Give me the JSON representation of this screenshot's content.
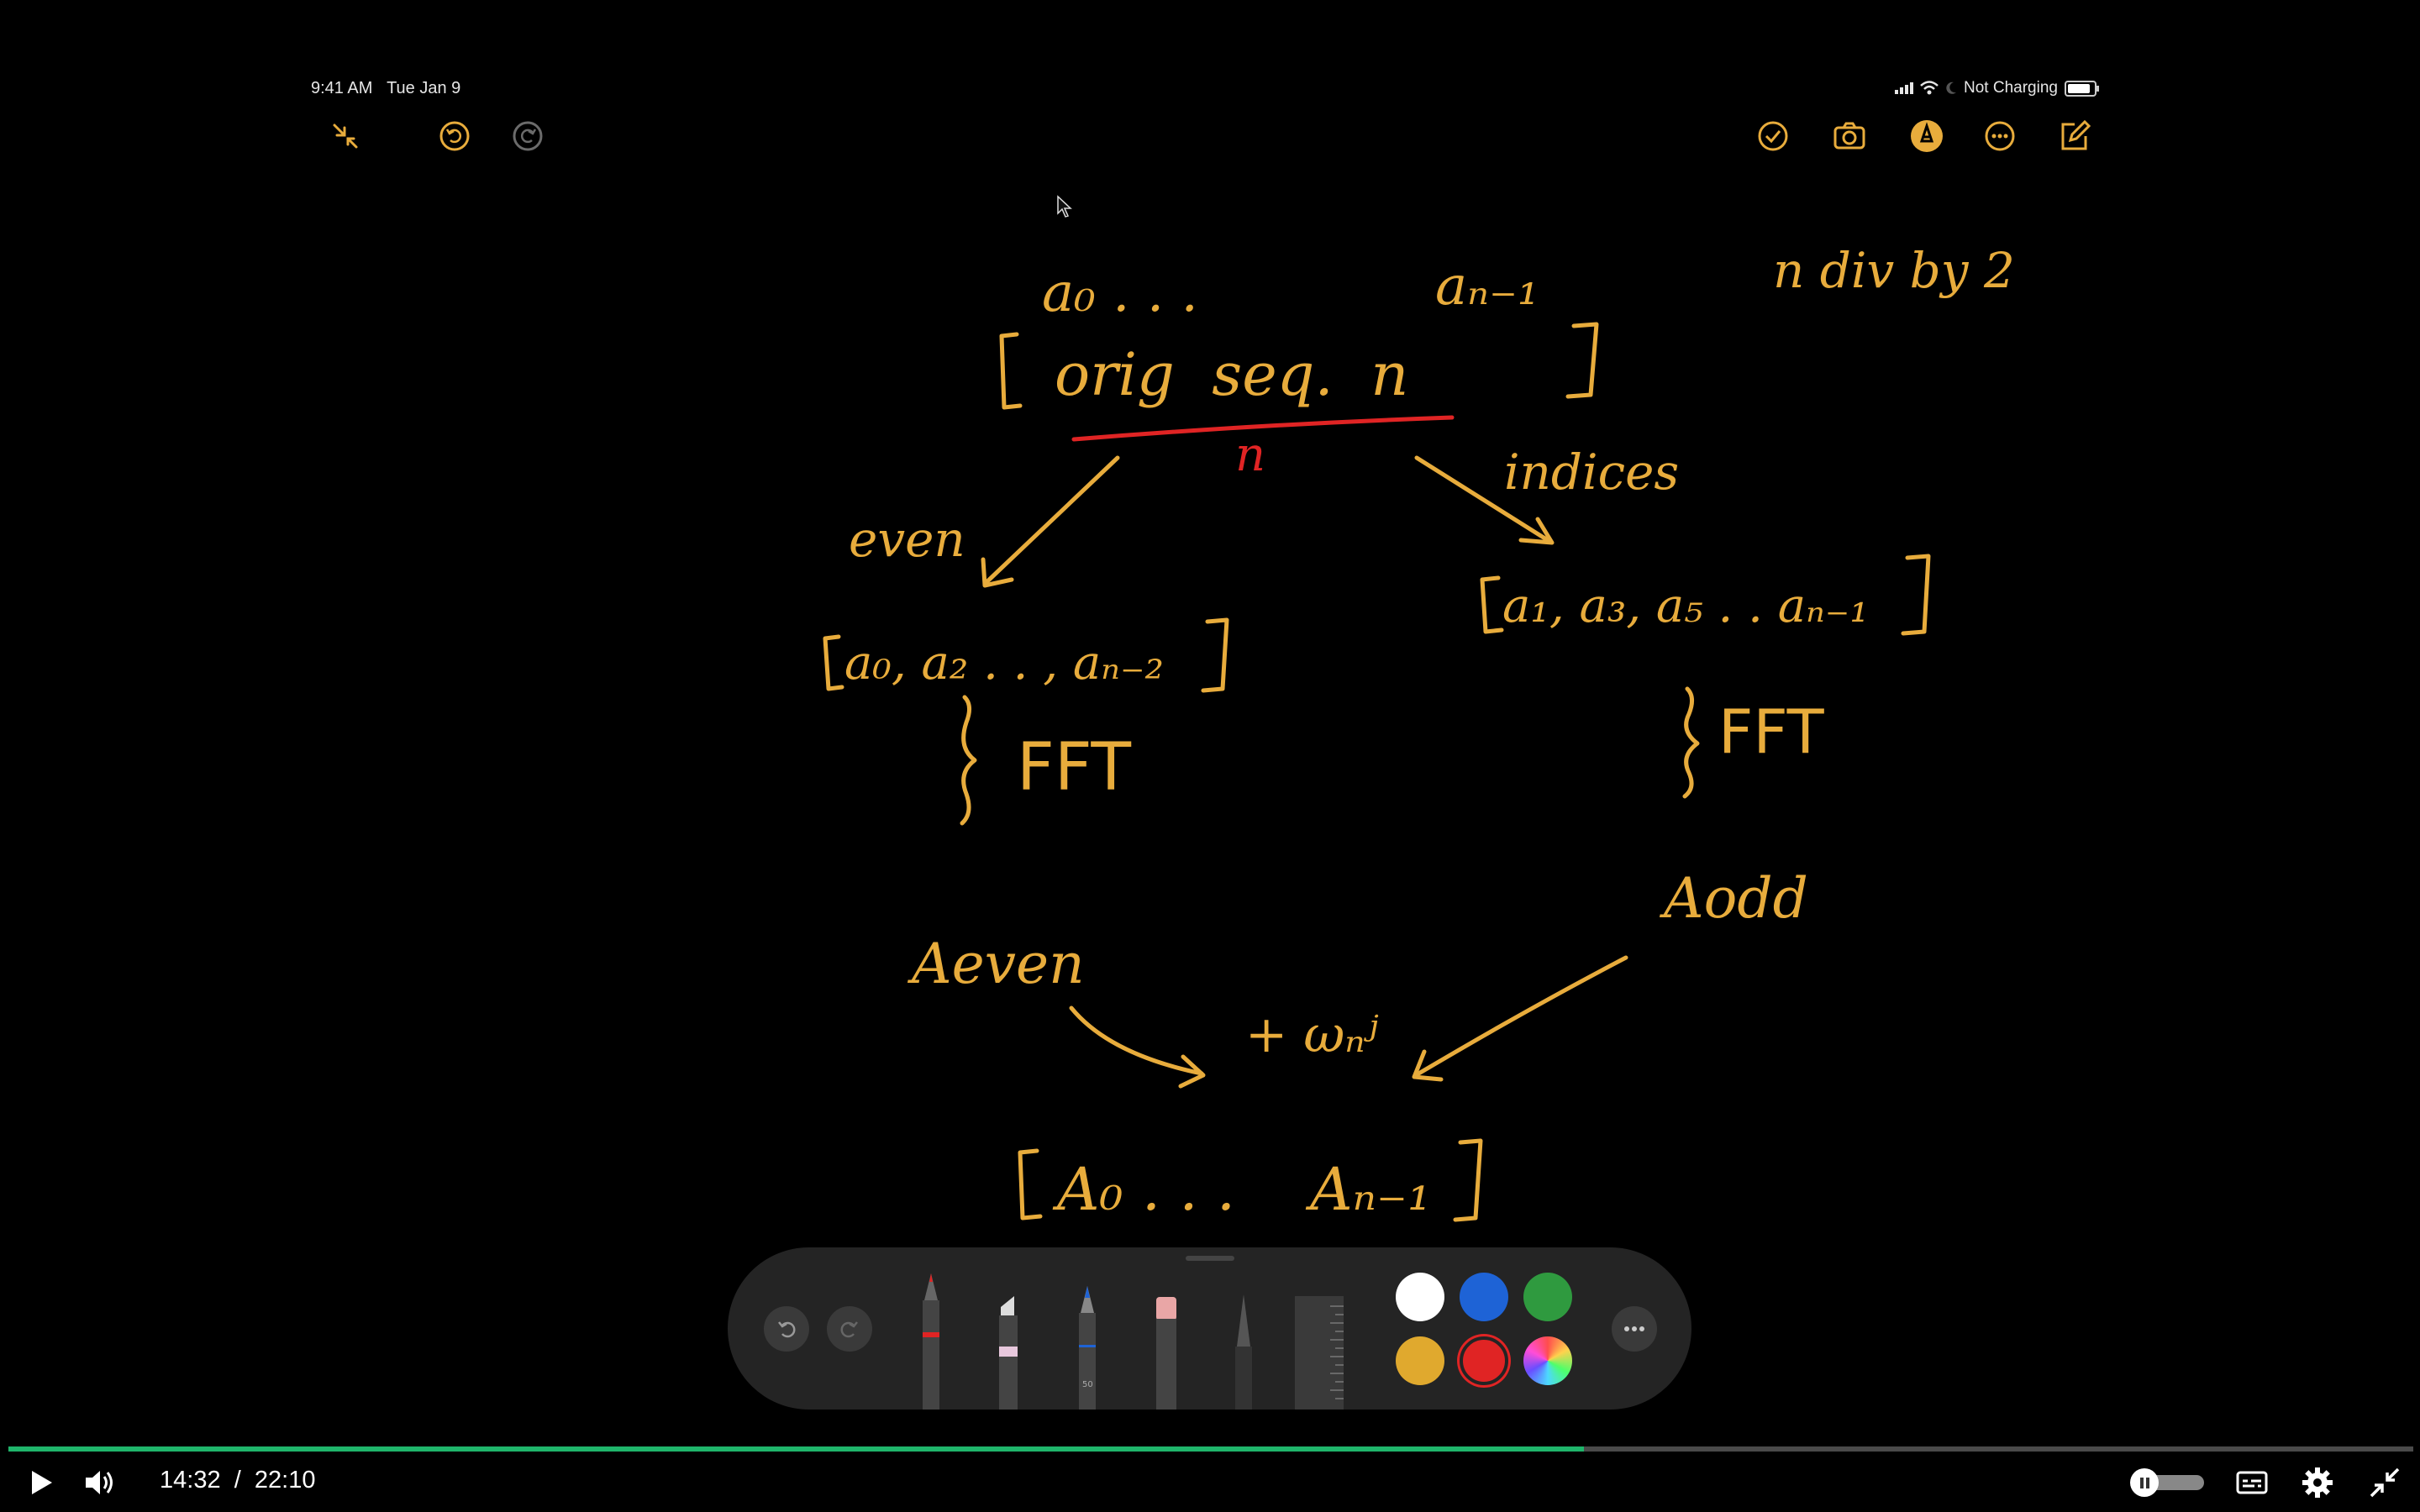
{
  "status_bar": {
    "time": "9:41 AM",
    "date": "Tue Jan 9",
    "charging": "Not Charging"
  },
  "notes_toolbar": {
    "left_icons": [
      "collapse-icon",
      "undo-icon",
      "redo-icon"
    ],
    "right_icons": [
      "checklist-icon",
      "camera-icon",
      "markup-pen-icon",
      "more-icon",
      "compose-icon"
    ]
  },
  "handwriting": {
    "top_left_seq": "a₀ . . .",
    "top_right_seq": "aₙ₋₁",
    "bracket_text": "[ orig seq. n ]",
    "n_red": "n",
    "note_top_right": "n div by 2",
    "even_label": "even",
    "indices_label": "indices",
    "even_array": "[a₀, a₂ . . , aₙ₋₂]",
    "odd_array": "[a₁, a₃, a₅ . . aₙ₋₁]",
    "fft_left": "} FFT",
    "fft_right": "} FFT",
    "a_even": "Aeven",
    "a_odd": "Aodd",
    "omega_term": "+ ωₙʲ",
    "result_array": "[A₀ . . .  Aₙ₋₁]"
  },
  "palette": {
    "colors": [
      "#ffffff",
      "#1e63d6",
      "#2f9a3f",
      "#e0a92e",
      "#e02424",
      "rainbow"
    ],
    "selected_color": "#e02424",
    "tools": [
      "pen-tool",
      "marker-tool",
      "pencil-tool",
      "eraser-tool",
      "lasso-tool",
      "ruler-tool"
    ],
    "pencil_width_label": "50"
  },
  "player": {
    "current_time": "14:32",
    "separator": "/",
    "duration": "22:10",
    "progress": 0.655
  },
  "colors": {
    "ink": "#e8ac3c",
    "ink_red": "#e02424",
    "progress": "#1fb56b"
  }
}
